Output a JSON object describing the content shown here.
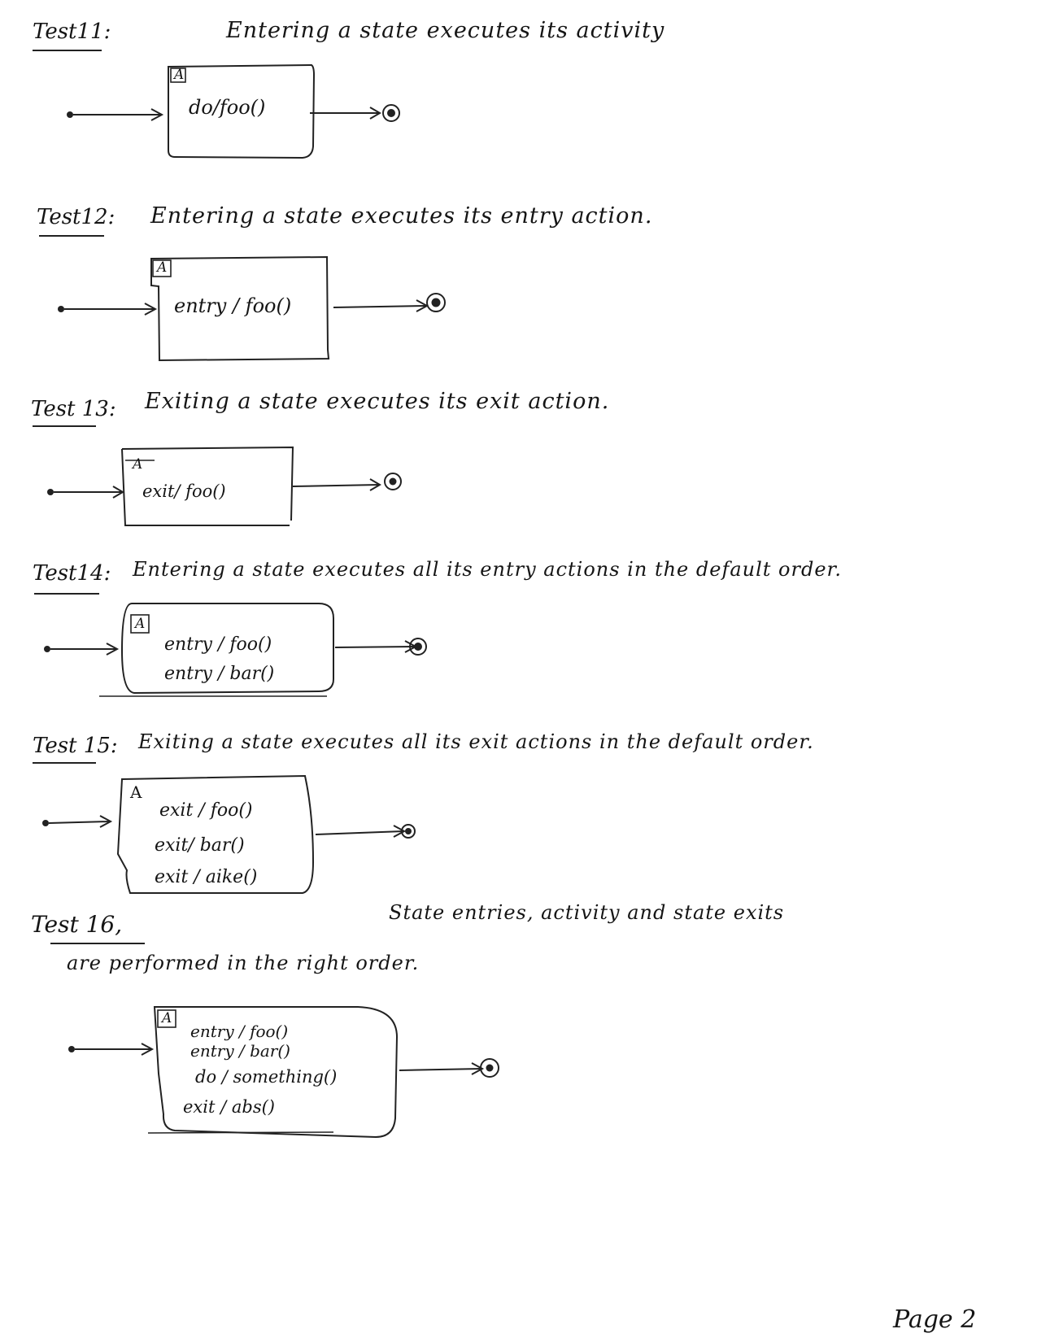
{
  "tests": [
    {
      "label": "Test11",
      "sep": ":",
      "description": "Entering a state executes its activity",
      "state": {
        "name": "A",
        "actions": [
          "do/foo()"
        ]
      }
    },
    {
      "label": "Test12",
      "sep": ":",
      "description": "Entering a state executes its entry action.",
      "state": {
        "name": "A",
        "actions": [
          "entry / foo()"
        ]
      }
    },
    {
      "label": "Test 13",
      "sep": ":",
      "description": "Exiting a state executes its exit action.",
      "state": {
        "name": "A",
        "actions": [
          "exit/ foo()"
        ]
      }
    },
    {
      "label": "Test14",
      "sep": ":",
      "description": "Entering a state executes all its entry actions in the default order.",
      "state": {
        "name": "A",
        "actions": [
          "entry / foo()",
          "entry / bar()"
        ]
      }
    },
    {
      "label": "Test 15",
      "sep": ":",
      "description": "Exiting a state executes all its exit actions in the default order.",
      "state": {
        "name": "A",
        "actions": [
          "exit / foo()",
          "exit/ bar()",
          "exit / aike()"
        ]
      }
    },
    {
      "label": "Test 16",
      "sep": ",",
      "description": "State entries, activity and state exits",
      "description_line2": "are performed in the right order.",
      "state": {
        "name": "A",
        "actions": [
          "entry / foo()",
          "entry / bar()",
          "do / something()",
          "exit / abs()"
        ]
      }
    }
  ],
  "page": "Page 2"
}
